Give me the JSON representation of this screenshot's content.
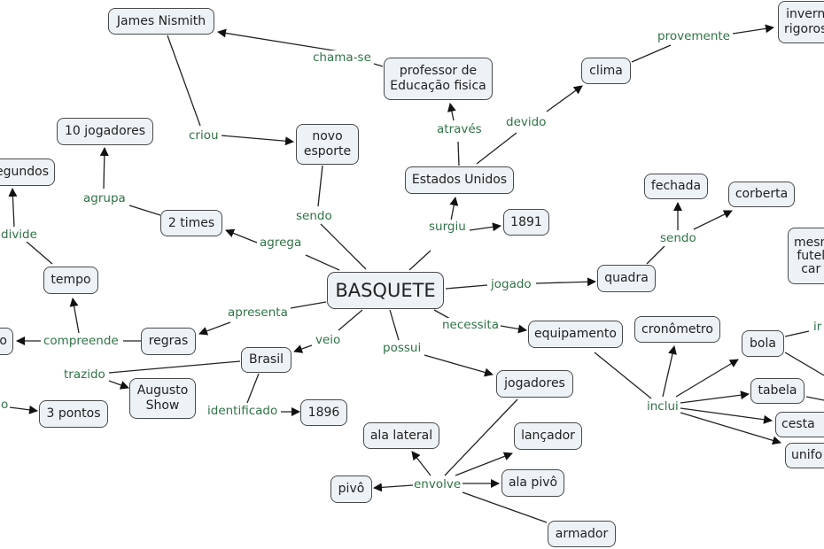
{
  "diagram": {
    "title": "BASQUETE",
    "colors": {
      "node_fill": "#ecf2f5",
      "node_border": "#4a4a4a",
      "link_label": "#2e7445",
      "link_line": "#222222"
    },
    "concepts": {
      "basquete": "BASQUETE",
      "james": "James Nismith",
      "professor": "professor de\nEducação fisica",
      "novo_esporte": "novo\nesporte",
      "estados_unidos": "Estados Unidos",
      "clima": "clima",
      "inverno": "invern\nrigoros",
      "ano_1891": "1891",
      "dez_jogadores": "10 jogadores",
      "segundos": "egundos",
      "dois_times": "2 times",
      "tempo": "tempo",
      "regras": "regras",
      "left_cut": "o",
      "brasil": "Brasil",
      "augusto": "Augusto\nShow",
      "tres_pontos": "3 pontos",
      "ano_1896": "1896",
      "quadra": "quadra",
      "fechada": "fechada",
      "corberta": "corberta",
      "mesmo": "mesn\nfutel\ncar",
      "equipamento": "equipamento",
      "cronometro": "cronômetro",
      "bola": "bola",
      "tabela": "tabela",
      "cesta": "cesta",
      "uniforme": "unifo",
      "jogadores": "jogadores",
      "ala_lateral": "ala lateral",
      "lancador": "lançador",
      "ala_pivo": "ala pivô",
      "pivo": "pivô",
      "armador": "armador"
    },
    "linking_phrases": {
      "chama_se": "chama-se",
      "criou": "criou",
      "sendo_top": "sendo",
      "atraves": "através",
      "devido": "devido",
      "provemente": "provemente",
      "surgiu": "surgiu",
      "agrupa": "agrupa",
      "divide": "divide",
      "agrega": "agrega",
      "apresenta": "apresenta",
      "compreende": "compreende",
      "trazido": "trazido",
      "left_o": "o",
      "veio": "veio",
      "identificado": "identificado",
      "jogado": "jogado",
      "sendo_quadra": "sendo",
      "necessita": "necessita",
      "possui": "possui",
      "inclui": "inclui",
      "inclui_bola": "ir",
      "envolve": "envolve"
    }
  }
}
